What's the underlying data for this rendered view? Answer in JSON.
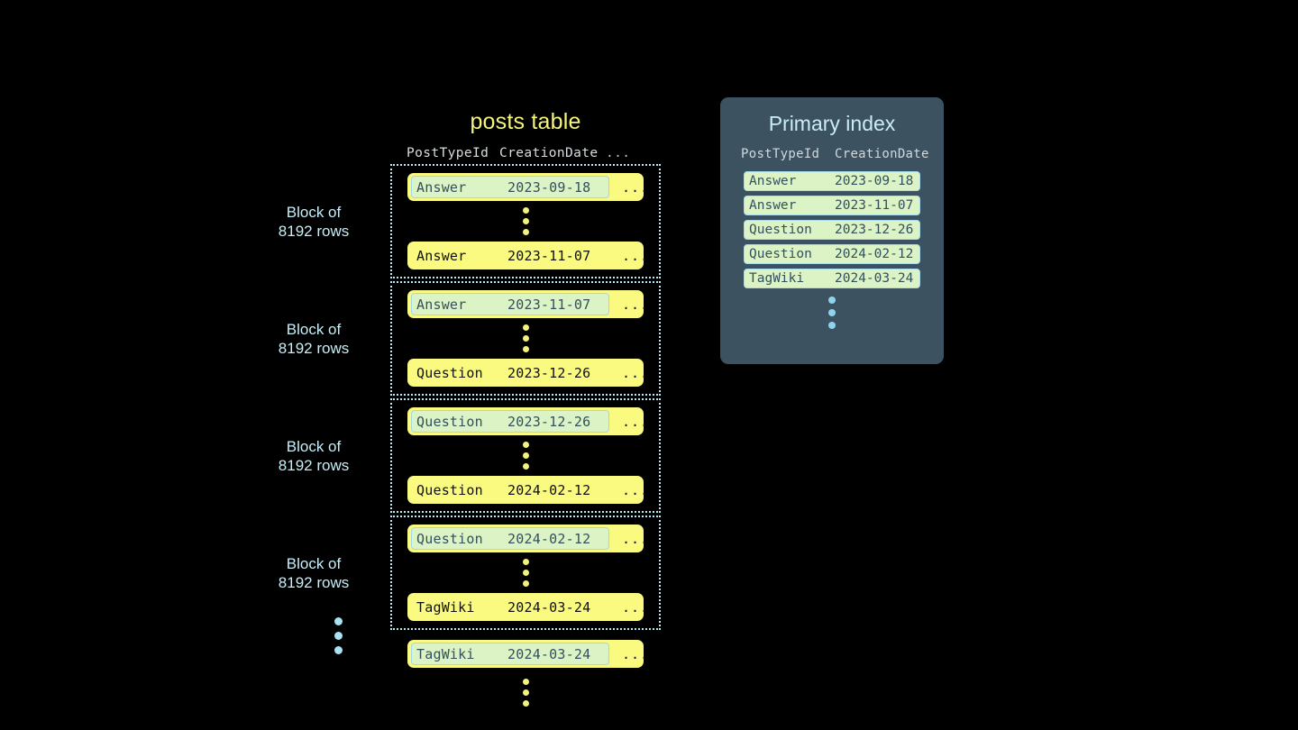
{
  "background_color": "#000000",
  "colors": {
    "row_yellow": "#fafa80",
    "highlight_green": "#dcf3c6",
    "highlight_border": "#9fd8ea",
    "block_border": "#bfe9f5",
    "panel_bg": "#3d5260",
    "title_yellow": "#f5f57a",
    "title_cyan": "#c9ecf8",
    "dot_yellow": "#f2f27e",
    "dot_blue": "#a9e2f5"
  },
  "posts_table": {
    "title": "posts table",
    "columns": [
      "PostTypeId",
      "CreationDate",
      "..."
    ],
    "row_ellipsis": "...",
    "blocks": [
      {
        "label": "Block of\n8192 rows",
        "first_row": {
          "post_type_id": "Answer",
          "creation_date": "2023-09-18",
          "highlighted": true
        },
        "last_row": {
          "post_type_id": "Answer",
          "creation_date": "2023-11-07",
          "highlighted": false
        }
      },
      {
        "label": "Block of\n8192 rows",
        "first_row": {
          "post_type_id": "Answer",
          "creation_date": "2023-11-07",
          "highlighted": true
        },
        "last_row": {
          "post_type_id": "Question",
          "creation_date": "2023-12-26",
          "highlighted": false
        }
      },
      {
        "label": "Block of\n8192 rows",
        "first_row": {
          "post_type_id": "Question",
          "creation_date": "2023-12-26",
          "highlighted": true
        },
        "last_row": {
          "post_type_id": "Question",
          "creation_date": "2024-02-12",
          "highlighted": false
        }
      },
      {
        "label": "Block of\n8192 rows",
        "first_row": {
          "post_type_id": "Question",
          "creation_date": "2024-02-12",
          "highlighted": true
        },
        "last_row": {
          "post_type_id": "TagWiki",
          "creation_date": "2024-03-24",
          "highlighted": false
        }
      }
    ],
    "tail_row": {
      "post_type_id": "TagWiki",
      "creation_date": "2024-03-24",
      "highlighted": true
    }
  },
  "primary_index": {
    "title": "Primary index",
    "columns": [
      "PostTypeId",
      "CreationDate"
    ],
    "rows": [
      {
        "post_type_id": "Answer",
        "creation_date": "2023-09-18"
      },
      {
        "post_type_id": "Answer",
        "creation_date": "2023-11-07"
      },
      {
        "post_type_id": "Question",
        "creation_date": "2023-12-26"
      },
      {
        "post_type_id": "Question",
        "creation_date": "2024-02-12"
      },
      {
        "post_type_id": "TagWiki",
        "creation_date": "2024-03-24"
      }
    ]
  }
}
